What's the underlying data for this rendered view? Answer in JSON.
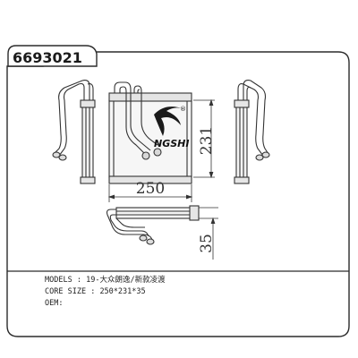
{
  "part_number": "6693021",
  "brand": {
    "wordmark": "NGSHI",
    "registered_mark": "®"
  },
  "dimensions": {
    "width": "250",
    "height": "231",
    "depth": "35"
  },
  "specs": {
    "models": {
      "label": "MODELS",
      "sep": ":",
      "value": "19-大众朗逸/新款凌渡"
    },
    "core_size": {
      "label": "CORE SIZE",
      "sep": ":",
      "value": "250*231*35"
    },
    "oem": {
      "label": "OEM",
      "sep": ":",
      "value": ""
    }
  }
}
